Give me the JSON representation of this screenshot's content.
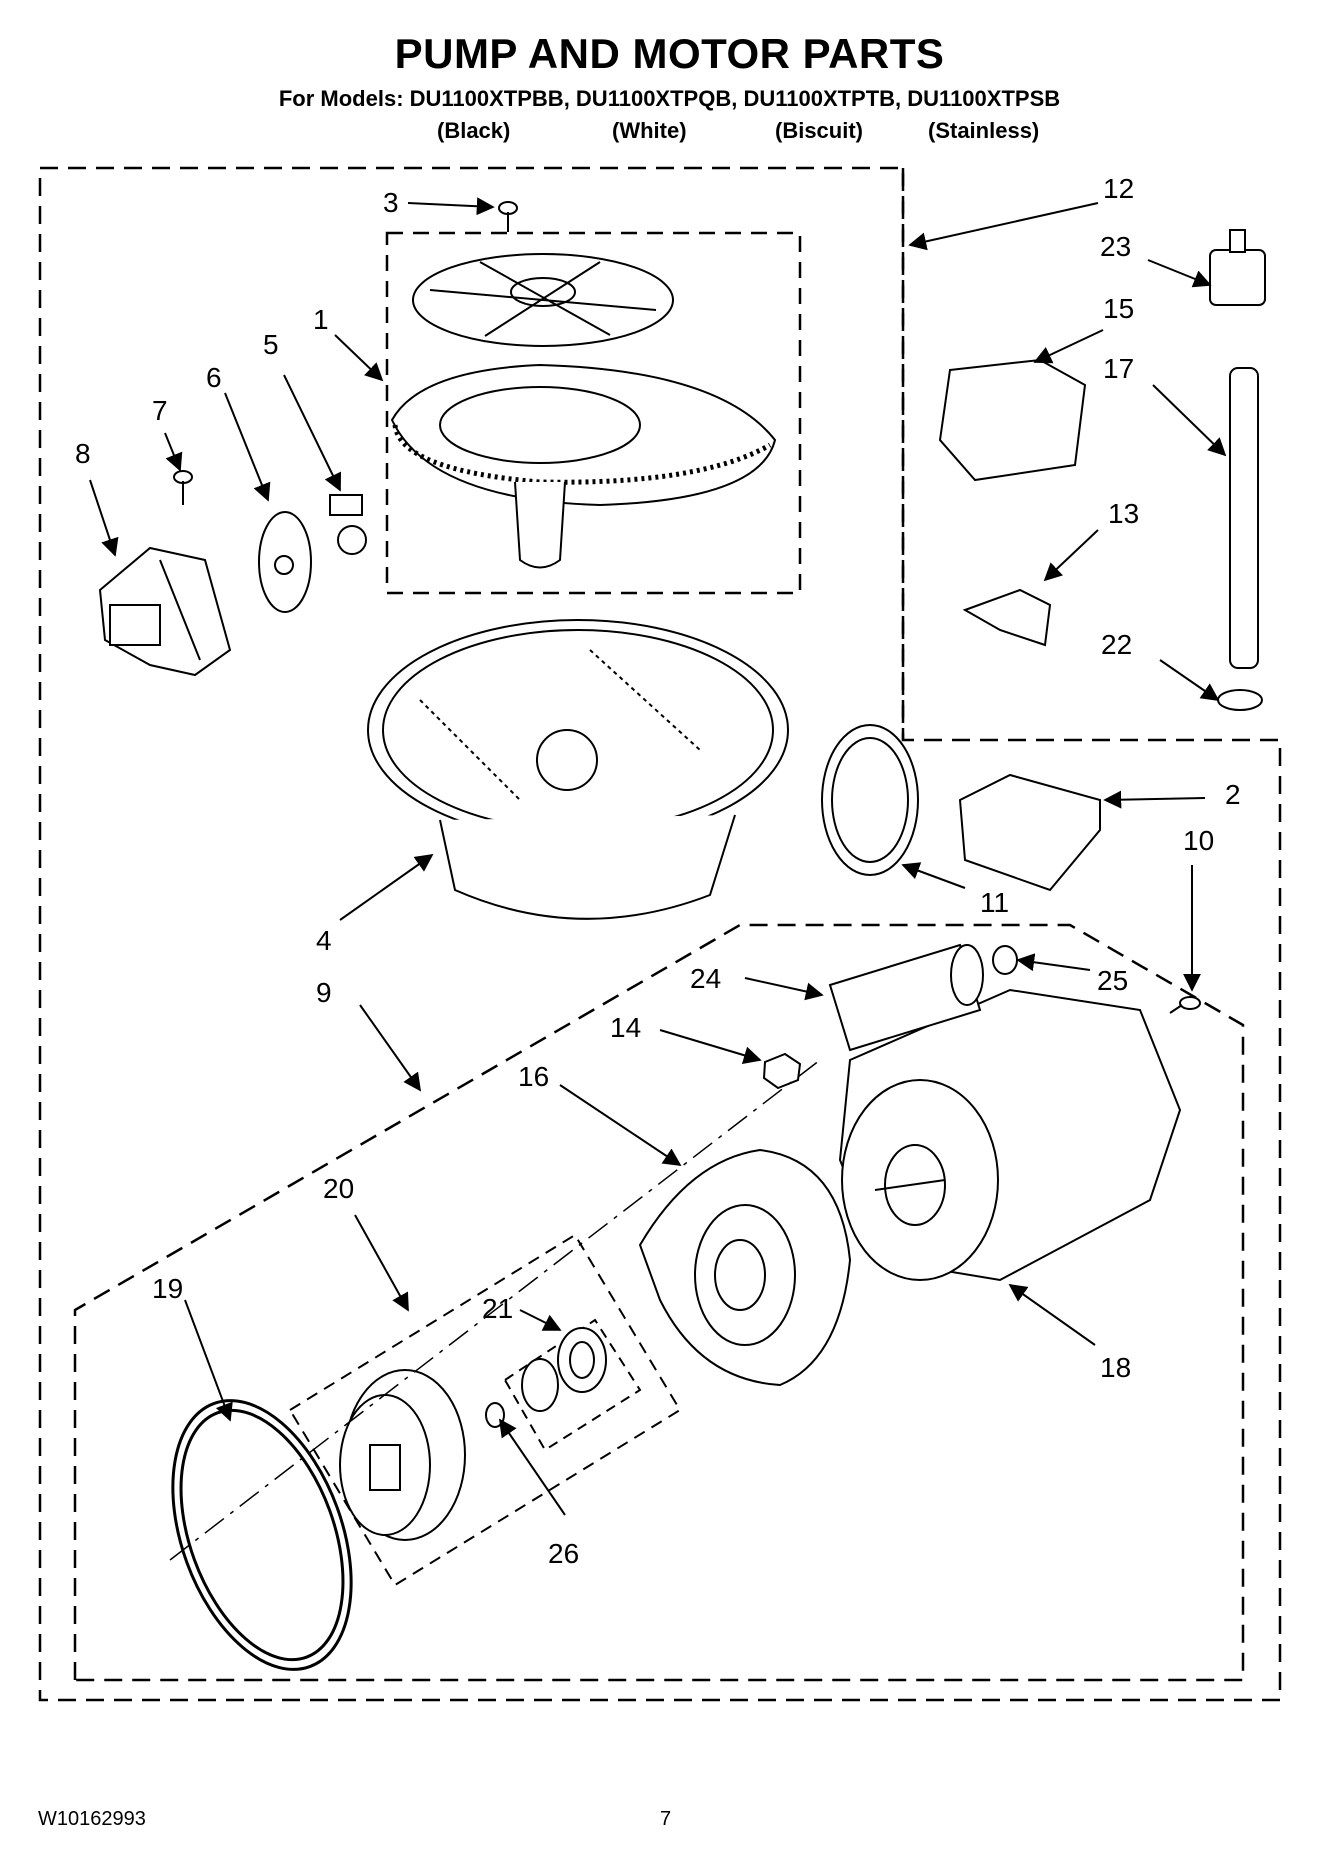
{
  "title": "PUMP AND MOTOR PARTS",
  "models_line": "For Models: DU1100XTPBB, DU1100XTPQB, DU1100XTPTB, DU1100XTPSB",
  "color_labels": [
    "(Black)",
    "(White)",
    "(Biscuit)",
    "(Stainless)"
  ],
  "part_numbers": {
    "p1": "1",
    "p2": "2",
    "p3": "3",
    "p4": "4",
    "p5": "5",
    "p6": "6",
    "p7": "7",
    "p8": "8",
    "p9": "9",
    "p10": "10",
    "p11": "11",
    "p12": "12",
    "p13": "13",
    "p14": "14",
    "p15": "15",
    "p16": "16",
    "p17": "17",
    "p18": "18",
    "p19": "19",
    "p20": "20",
    "p21": "21",
    "p22": "22",
    "p23": "23",
    "p24": "24",
    "p25": "25",
    "p26": "26"
  },
  "footer": {
    "doc_number": "W10162993",
    "page": "7"
  }
}
